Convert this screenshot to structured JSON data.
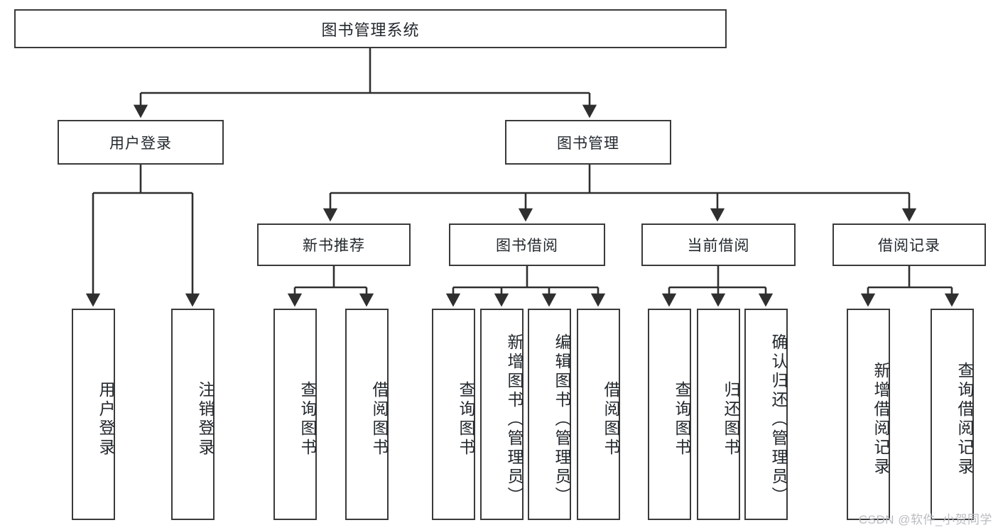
{
  "diagram": {
    "type": "tree-hierarchy",
    "title": "图书管理系统",
    "watermark": "CSDN @软件_小贺同学",
    "colors": {
      "box_border": "#3a3a3a",
      "box_fill": "#ffffff",
      "edge": "#2f2f2f",
      "text": "#23282d",
      "watermark": "#b9bcc0",
      "background": "#ffffff"
    },
    "root": {
      "label": "图书管理系统"
    },
    "level2": [
      {
        "label": "用户登录"
      },
      {
        "label": "图书管理"
      }
    ],
    "level3": [
      {
        "label": "新书推荐"
      },
      {
        "label": "图书借阅"
      },
      {
        "label": "当前借阅"
      },
      {
        "label": "借阅记录"
      }
    ],
    "leaves": {
      "user_login": [
        {
          "label": "用户登录"
        },
        {
          "label": "注销登录"
        }
      ],
      "new_book_recommend": [
        {
          "label": "查询图书"
        },
        {
          "label": "借阅图书"
        }
      ],
      "book_borrow": [
        {
          "label": "查询图书"
        },
        {
          "label": "新增图书（管理员）"
        },
        {
          "label": "编辑图书（管理员）"
        },
        {
          "label": "借阅图书"
        }
      ],
      "current_borrow": [
        {
          "label": "查询图书"
        },
        {
          "label": "归还图书"
        },
        {
          "label": "确认归还（管理员）"
        }
      ],
      "borrow_record": [
        {
          "label": "新增借阅记录"
        },
        {
          "label": "查询借阅记录"
        }
      ]
    }
  }
}
